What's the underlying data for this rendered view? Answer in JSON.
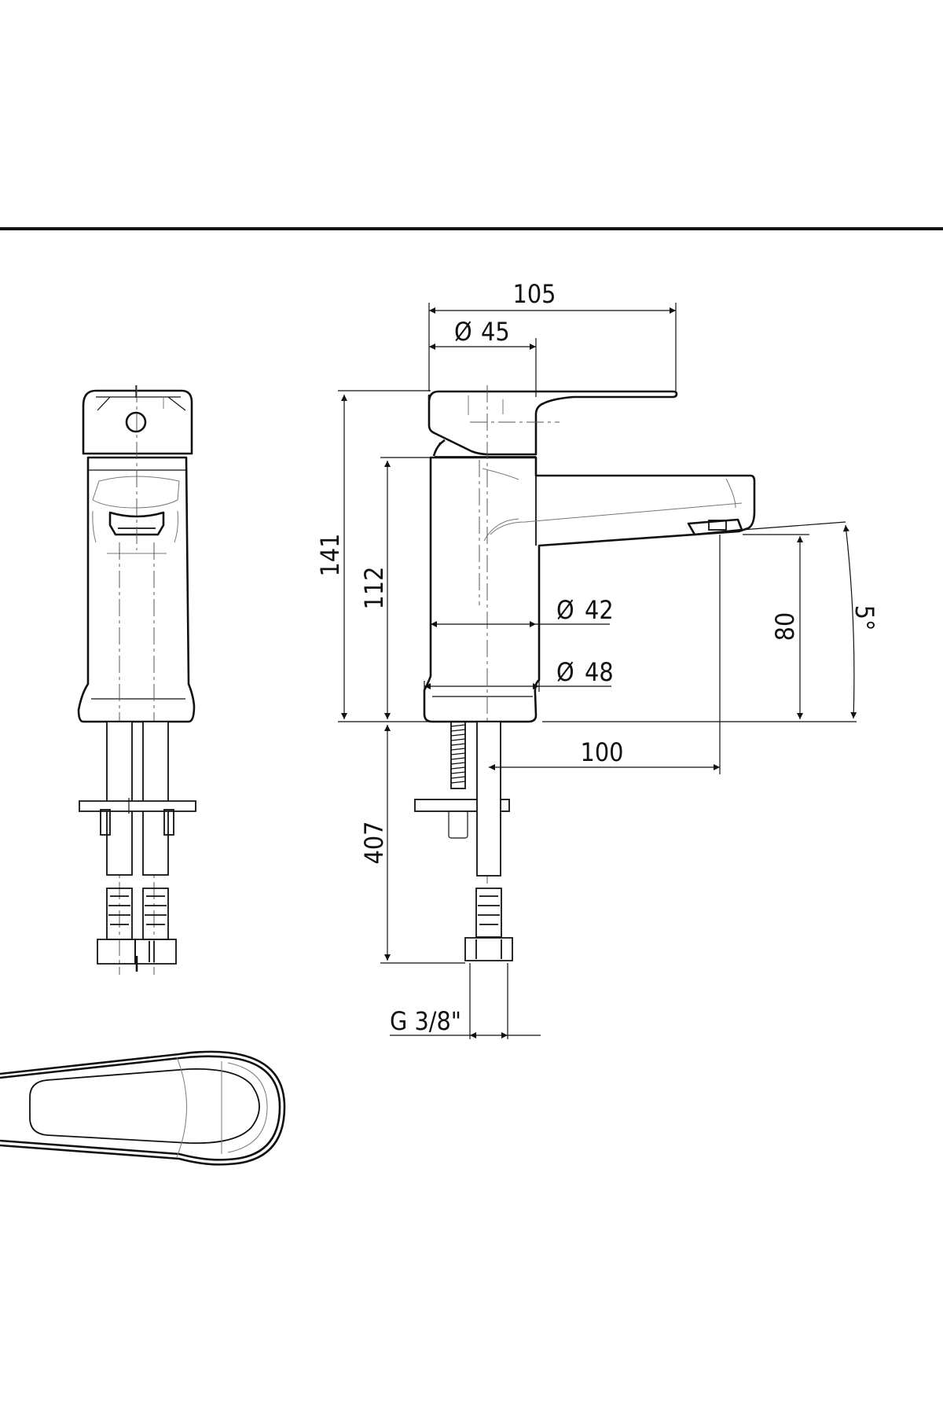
{
  "drawing": {
    "dimensions": {
      "overall_reach": "105",
      "handle_diameter": "45",
      "overall_height": "141",
      "body_height": "112",
      "body_diameter": "42",
      "base_diameter": "48",
      "spout_clearance": "80",
      "spout_angle": "5°",
      "spout_projection": "100",
      "hose_length": "407",
      "thread": "G 3/8\""
    },
    "diameter_symbol": "Ø"
  }
}
